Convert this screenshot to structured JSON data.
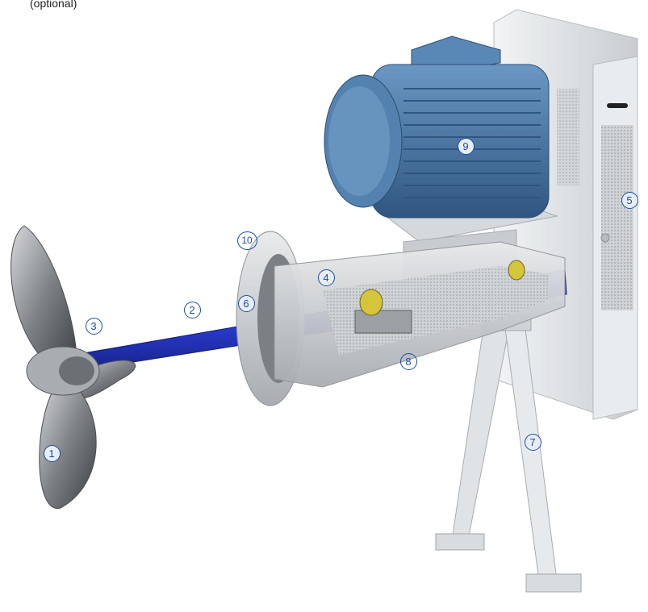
{
  "caption": "(optional)",
  "markers": [
    {
      "id": "m1",
      "label": "1"
    },
    {
      "id": "m2",
      "label": "2"
    },
    {
      "id": "m3",
      "label": "3"
    },
    {
      "id": "m4",
      "label": "4"
    },
    {
      "id": "m5",
      "label": "5"
    },
    {
      "id": "m6",
      "label": "6"
    },
    {
      "id": "m7",
      "label": "7"
    },
    {
      "id": "m8",
      "label": "8"
    },
    {
      "id": "m9",
      "label": "9"
    },
    {
      "id": "m10",
      "label": "10"
    }
  ],
  "colors": {
    "marker": "#1b4fa0",
    "shaft": "#2a3fd6",
    "motor": "#4a7bab",
    "frame": "#dfe3e6",
    "propeller": "#8c8f93"
  }
}
